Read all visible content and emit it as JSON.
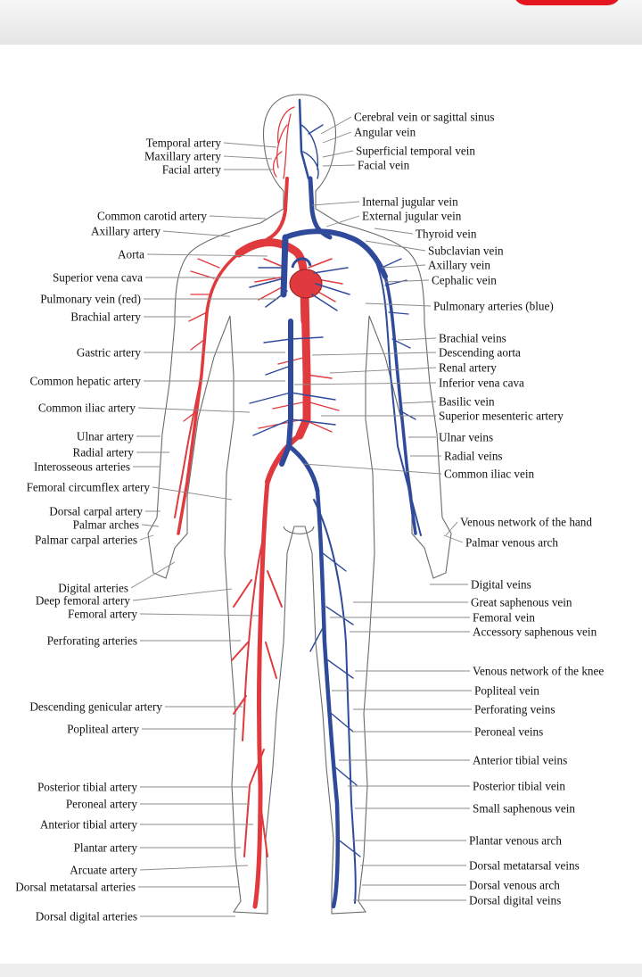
{
  "colors": {
    "artery": "#e03a3e",
    "vein": "#2f4a9a",
    "outline": "#6b6b6b",
    "leader": "#8a8a8a",
    "text": "#111111",
    "header_accent": "#e4161f"
  },
  "labels_left": [
    "Temporal artery",
    "Maxillary artery",
    "Facial artery",
    "Common carotid artery",
    "Axillary artery",
    "Aorta",
    "Superior vena cava",
    "Pulmonary vein (red)",
    "Brachial artery",
    "Gastric artery",
    "Common hepatic artery",
    "Common iliac artery",
    "Ulnar artery",
    "Radial artery",
    "Interosseous arteries",
    "Femoral circumflex artery",
    "Dorsal carpal artery",
    "Palmar arches",
    "Palmar carpal arteries",
    "Digital arteries",
    "Deep femoral artery",
    "Femoral artery",
    "Perforating arteries",
    "Descending genicular artery",
    "Popliteal artery",
    "Posterior tibial artery",
    "Peroneal artery",
    "Anterior tibial artery",
    "Plantar artery",
    "Arcuate artery",
    "Dorsal metatarsal arteries",
    "Dorsal digital arteries"
  ],
  "labels_right": [
    "Cerebral vein or sagittal sinus",
    "Angular vein",
    "Superficial temporal vein",
    "Facial vein",
    "Internal jugular vein",
    "External jugular vein",
    "Thyroid vein",
    "Subclavian vein",
    "Axillary vein",
    "Cephalic vein",
    "Pulmonary arteries (blue)",
    "Brachial veins",
    "Descending aorta",
    "Renal artery",
    "Inferior vena cava",
    "Basilic vein",
    "Superior mesenteric artery",
    "Ulnar veins",
    "Radial veins",
    "Common iliac vein",
    "Venous network of the hand",
    "Palmar venous arch",
    "Digital veins",
    "Great saphenous vein",
    "Femoral vein",
    "Accessory saphenous vein",
    "Venous network of the knee",
    "Popliteal vein",
    "Perforating veins",
    "Peroneal veins",
    "Anterior tibial veins",
    "Posterior tibial vein",
    "Small saphenous vein",
    "Plantar venous arch",
    "Dorsal metatarsal veins",
    "Dorsal venous arch",
    "Dorsal digital veins"
  ]
}
